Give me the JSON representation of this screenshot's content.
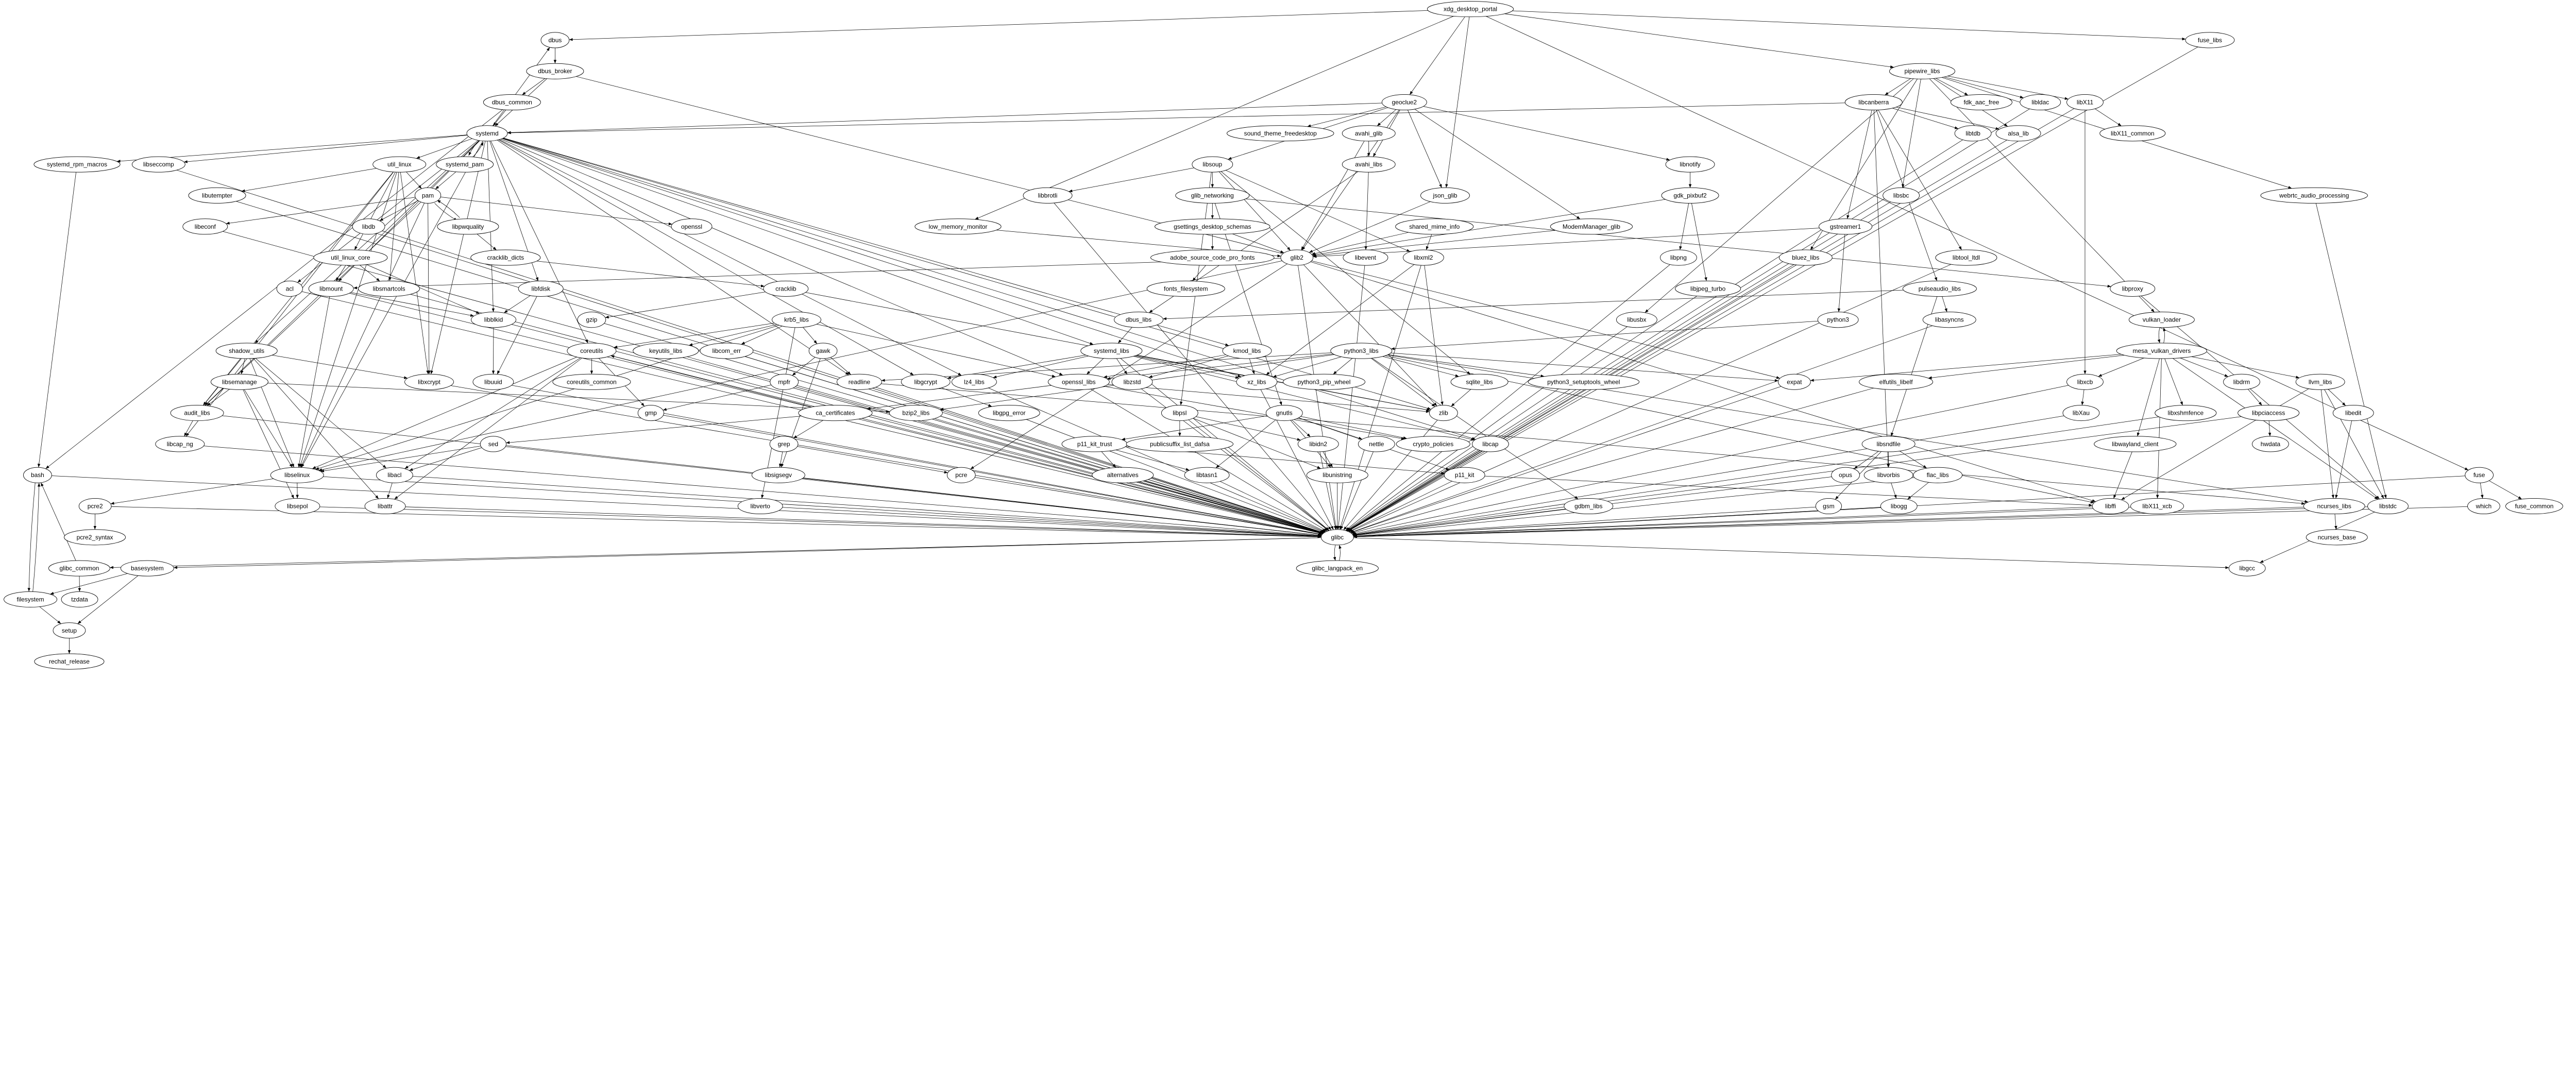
{
  "graph_title": "",
  "nodes": [
    "xdg_desktop_portal",
    "dbus",
    "fuse_libs",
    "dbus_broker",
    "pipewire_libs",
    "dbus_common",
    "geoclue2",
    "libcanberra",
    "fdk_aac_free",
    "libldac",
    "libX11",
    "systemd",
    "sound_theme_freedesktop",
    "avahi_glib",
    "libtdb",
    "alsa_lib",
    "libX11_common",
    "systemd_rpm_macros",
    "libseccomp",
    "util_linux",
    "systemd_pam",
    "libsoup",
    "avahi_libs",
    "libnotify",
    "libutempter",
    "pam",
    "libbrotli",
    "glib_networking",
    "json_glib",
    "gdk_pixbuf2",
    "libsbc",
    "webrtc_audio_processing",
    "libeconf",
    "libdb",
    "libpwquality",
    "openssl",
    "low_memory_monitor",
    "gsettings_desktop_schemas",
    "shared_mime_info",
    "ModemManager_glib",
    "gstreamer1",
    "cracklib_dicts",
    "util_linux_core",
    "adobe_source_code_pro_fonts",
    "glib2",
    "libevent",
    "libxml2",
    "libpng",
    "bluez_libs",
    "libtool_ltdl",
    "acl",
    "libmount",
    "libsmartcols",
    "libfdisk",
    "cracklib",
    "fonts_filesystem",
    "libjpeg_turbo",
    "pulseaudio_libs",
    "libproxy",
    "libblkid",
    "gzip",
    "krb5_libs",
    "dbus_libs",
    "libusbx",
    "python3",
    "libasyncns",
    "vulkan_loader",
    "shadow_utils",
    "coreutils",
    "keyutils_libs",
    "libcom_err",
    "gawk",
    "systemd_libs",
    "kmod_libs",
    "python3_libs",
    "mesa_vulkan_drivers",
    "libsemanage",
    "libxcrypt",
    "libuuid",
    "coreutils_common",
    "mpfr",
    "readline",
    "libgcrypt",
    "lz4_libs",
    "openssl_libs",
    "libzstd",
    "xz_libs",
    "python3_pip_wheel",
    "sqlite_libs",
    "python3_setuptools_wheel",
    "expat",
    "elfutils_libelf",
    "libxcb",
    "libdrm",
    "llvm_libs",
    "audit_libs",
    "gmp",
    "ca_certificates",
    "bzip2_libs",
    "libgpg_error",
    "libpsl",
    "gnutls",
    "zlib",
    "libXau",
    "libxshmfence",
    "libpciaccess",
    "libedit",
    "libcap_ng",
    "sed",
    "grep",
    "p11_kit_trust",
    "publicsuffix_list_dafsa",
    "libidn2",
    "nettle",
    "crypto_policies",
    "libcap",
    "libsndfile",
    "libwayland_client",
    "hwdata",
    "bash",
    "libselinux",
    "libacl",
    "libsigsegv",
    "pcre",
    "alternatives",
    "libtasn1",
    "libunistring",
    "p11_kit",
    "opus",
    "libvorbis",
    "flac_libs",
    "fuse",
    "pcre2",
    "libsepol",
    "libattr",
    "libverto",
    "gdbm_libs",
    "gsm",
    "libogg",
    "libffi",
    "libX11_xcb",
    "ncurses_libs",
    "libstdc",
    "which",
    "fuse_common",
    "pcre2_syntax",
    "glibc",
    "ncurses_base",
    "glibc_common",
    "basesystem",
    "glibc_langpack_en",
    "libgcc",
    "filesystem",
    "tzdata",
    "setup",
    "rechat_release"
  ],
  "edges": [
    [
      "xdg_desktop_portal",
      "dbus"
    ],
    [
      "xdg_desktop_portal",
      "geoclue2"
    ],
    [
      "xdg_desktop_portal",
      "json_glib"
    ],
    [
      "xdg_desktop_portal",
      "pipewire_libs"
    ],
    [
      "xdg_desktop_portal",
      "fuse_libs"
    ],
    [
      "xdg_desktop_portal",
      "fuse"
    ],
    [
      "xdg_desktop_portal",
      "low_memory_monitor"
    ],
    [
      "dbus",
      "dbus_broker"
    ],
    [
      "dbus_broker",
      "dbus_common"
    ],
    [
      "dbus_broker",
      "systemd"
    ],
    [
      "dbus_broker",
      "expat"
    ],
    [
      "dbus_common",
      "systemd"
    ],
    [
      "dbus_common",
      "bash"
    ],
    [
      "systemd",
      "dbus"
    ],
    [
      "systemd",
      "systemd_rpm_macros"
    ],
    [
      "systemd",
      "libseccomp"
    ],
    [
      "systemd",
      "util_linux"
    ],
    [
      "systemd",
      "systemd_pam"
    ],
    [
      "systemd_pam",
      "systemd"
    ],
    [
      "systemd_pam",
      "pam"
    ],
    [
      "systemd",
      "shadow_utils"
    ],
    [
      "systemd",
      "audit_libs"
    ],
    [
      "systemd",
      "acl"
    ],
    [
      "systemd",
      "libmount"
    ],
    [
      "systemd",
      "libfdisk"
    ],
    [
      "systemd",
      "coreutils"
    ],
    [
      "systemd",
      "libgcrypt"
    ],
    [
      "systemd",
      "lz4_libs"
    ],
    [
      "systemd",
      "systemd_libs"
    ],
    [
      "systemd",
      "libxcrypt"
    ],
    [
      "systemd",
      "libselinux"
    ],
    [
      "systemd",
      "libblkid"
    ],
    [
      "systemd",
      "kmod_libs"
    ],
    [
      "systemd",
      "xz_libs"
    ],
    [
      "systemd",
      "libcap"
    ],
    [
      "systemd",
      "zlib"
    ],
    [
      "systemd",
      "openssl_libs"
    ],
    [
      "systemd",
      "readline"
    ],
    [
      "util_linux",
      "libutempter"
    ],
    [
      "util_linux",
      "pam"
    ],
    [
      "util_linux",
      "util_linux_core"
    ],
    [
      "util_linux",
      "libsmartcols"
    ],
    [
      "util_linux",
      "libselinux"
    ],
    [
      "util_linux",
      "libcap_ng"
    ],
    [
      "util_linux",
      "audit_libs"
    ],
    [
      "util_linux",
      "libxcrypt"
    ],
    [
      "pam",
      "libeconf"
    ],
    [
      "pam",
      "libdb"
    ],
    [
      "pam",
      "libpwquality"
    ],
    [
      "libpwquality",
      "pam"
    ],
    [
      "pam",
      "libxcrypt"
    ],
    [
      "pam",
      "libselinux"
    ],
    [
      "pam",
      "audit_libs"
    ],
    [
      "pam",
      "openssl"
    ],
    [
      "libpwquality",
      "cracklib_dicts"
    ],
    [
      "cracklib_dicts",
      "cracklib"
    ],
    [
      "cracklib",
      "gzip"
    ],
    [
      "cracklib",
      "zlib"
    ],
    [
      "util_linux_core",
      "libmount"
    ],
    [
      "util_linux_core",
      "libsmartcols"
    ],
    [
      "util_linux_core",
      "libblkid"
    ],
    [
      "libmount",
      "libblkid"
    ],
    [
      "libmount",
      "libselinux"
    ],
    [
      "libblkid",
      "libuuid"
    ],
    [
      "libfdisk",
      "libblkid"
    ],
    [
      "libfdisk",
      "libuuid"
    ],
    [
      "shadow_utils",
      "libsemanage"
    ],
    [
      "shadow_utils",
      "audit_libs"
    ],
    [
      "shadow_utils",
      "libselinux"
    ],
    [
      "shadow_utils",
      "libacl"
    ],
    [
      "shadow_utils",
      "libattr"
    ],
    [
      "shadow_utils",
      "libxcrypt"
    ],
    [
      "libsemanage",
      "audit_libs"
    ],
    [
      "libsemanage",
      "libselinux"
    ],
    [
      "libsemanage",
      "libsepol"
    ],
    [
      "libsemanage",
      "bzip2_libs"
    ],
    [
      "audit_libs",
      "libcap_ng"
    ],
    [
      "libselinux",
      "pcre2"
    ],
    [
      "libselinux",
      "libsepol"
    ],
    [
      "libacl",
      "libattr"
    ],
    [
      "sed",
      "libselinux"
    ],
    [
      "sed",
      "libacl"
    ],
    [
      "pcre2",
      "pcre2_syntax"
    ],
    [
      "glibc",
      "glibc_common"
    ],
    [
      "glibc",
      "basesystem"
    ],
    [
      "glibc",
      "glibc_langpack_en"
    ],
    [
      "glibc_langpack_en",
      "glibc"
    ],
    [
      "glibc",
      "libgcc"
    ],
    [
      "glibc_common",
      "bash"
    ],
    [
      "glibc_common",
      "tzdata"
    ],
    [
      "basesystem",
      "filesystem"
    ],
    [
      "basesystem",
      "setup"
    ],
    [
      "bash",
      "filesystem"
    ],
    [
      "filesystem",
      "bash"
    ],
    [
      "filesystem",
      "setup"
    ],
    [
      "setup",
      "rechat_release"
    ],
    [
      "coreutils",
      "coreutils_common"
    ],
    [
      "coreutils",
      "gmp"
    ],
    [
      "coreutils",
      "libacl"
    ],
    [
      "coreutils",
      "libattr"
    ],
    [
      "coreutils",
      "libselinux"
    ],
    [
      "gawk",
      "mpfr"
    ],
    [
      "gawk",
      "readline"
    ],
    [
      "gawk",
      "libsigsegv"
    ],
    [
      "mpfr",
      "gmp"
    ],
    [
      "ca_certificates",
      "grep"
    ],
    [
      "ca_certificates",
      "coreutils"
    ],
    [
      "ca_certificates",
      "sed"
    ],
    [
      "grep",
      "libsigsegv"
    ],
    [
      "grep",
      "pcre"
    ],
    [
      "krb5_libs",
      "coreutils"
    ],
    [
      "krb5_libs",
      "keyutils_libs"
    ],
    [
      "krb5_libs",
      "libcom_err"
    ],
    [
      "krb5_libs",
      "gawk"
    ],
    [
      "krb5_libs",
      "libverto"
    ],
    [
      "krb5_libs",
      "libselinux"
    ],
    [
      "krb5_libs",
      "openssl_libs"
    ],
    [
      "libgcrypt",
      "libgpg_error"
    ],
    [
      "readline",
      "ncurses_libs"
    ],
    [
      "geoclue2",
      "libsoup"
    ],
    [
      "geoclue2",
      "sound_theme_freedesktop"
    ],
    [
      "geoclue2",
      "avahi_glib"
    ],
    [
      "geoclue2",
      "avahi_libs"
    ],
    [
      "geoclue2",
      "json_glib"
    ],
    [
      "geoclue2",
      "glib2"
    ],
    [
      "geoclue2",
      "ModemManager_glib"
    ],
    [
      "geoclue2",
      "libnotify"
    ],
    [
      "geoclue2",
      "systemd"
    ],
    [
      "avahi_glib",
      "avahi_libs"
    ],
    [
      "avahi_glib",
      "glib2"
    ],
    [
      "avahi_libs",
      "libevent"
    ],
    [
      "avahi_libs",
      "dbus_libs"
    ],
    [
      "libsoup",
      "libbrotli"
    ],
    [
      "libsoup",
      "glib_networking"
    ],
    [
      "libsoup",
      "glib2"
    ],
    [
      "libsoup",
      "libxml2"
    ],
    [
      "libsoup",
      "libpsl"
    ],
    [
      "libsoup",
      "sqlite_libs"
    ],
    [
      "glib_networking",
      "gsettings_desktop_schemas"
    ],
    [
      "glib_networking",
      "gnutls"
    ],
    [
      "glib_networking",
      "libproxy"
    ],
    [
      "gsettings_desktop_schemas",
      "adobe_source_code_pro_fonts"
    ],
    [
      "gsettings_desktop_schemas",
      "glib2"
    ],
    [
      "adobe_source_code_pro_fonts",
      "fonts_filesystem"
    ],
    [
      "json_glib",
      "glib2"
    ],
    [
      "shared_mime_info",
      "glib2"
    ],
    [
      "shared_mime_info",
      "libxml2"
    ],
    [
      "low_memory_monitor",
      "glib2"
    ],
    [
      "ModemManager_glib",
      "glib2"
    ],
    [
      "glib2",
      "libffi"
    ],
    [
      "glib2",
      "pcre"
    ],
    [
      "glib2",
      "zlib"
    ],
    [
      "glib2",
      "libselinux"
    ],
    [
      "glib2",
      "libmount"
    ],
    [
      "libxml2",
      "zlib"
    ],
    [
      "libxml2",
      "xz_libs"
    ],
    [
      "dbus_libs",
      "systemd_libs"
    ],
    [
      "systemd_libs",
      "openssl_libs"
    ],
    [
      "systemd_libs",
      "libzstd"
    ],
    [
      "systemd_libs",
      "xz_libs"
    ],
    [
      "systemd_libs",
      "lz4_libs"
    ],
    [
      "systemd_libs",
      "libgcrypt"
    ],
    [
      "systemd_libs",
      "libcap"
    ],
    [
      "systemd_libs",
      "zlib"
    ],
    [
      "kmod_libs",
      "xz_libs"
    ],
    [
      "kmod_libs",
      "openssl_libs"
    ],
    [
      "kmod_libs",
      "libzstd"
    ],
    [
      "python3_libs",
      "xz_libs"
    ],
    [
      "python3_libs",
      "python3_pip_wheel"
    ],
    [
      "python3_libs",
      "sqlite_libs"
    ],
    [
      "python3_libs",
      "zlib"
    ],
    [
      "python3_libs",
      "expat"
    ],
    [
      "python3_libs",
      "python3_setuptools_wheel"
    ],
    [
      "python3_libs",
      "gdbm_libs"
    ],
    [
      "python3_libs",
      "openssl_libs"
    ],
    [
      "python3_libs",
      "bzip2_libs"
    ],
    [
      "python3_libs",
      "readline"
    ],
    [
      "python3_libs",
      "libffi"
    ],
    [
      "python3_libs",
      "ncurses_libs"
    ],
    [
      "sqlite_libs",
      "zlib"
    ],
    [
      "openssl_libs",
      "zlib"
    ],
    [
      "openssl_libs",
      "ca_certificates"
    ],
    [
      "openssl_libs",
      "crypto_policies"
    ],
    [
      "libpsl",
      "publicsuffix_list_dafsa"
    ],
    [
      "libpsl",
      "libidn2"
    ],
    [
      "libpsl",
      "libunistring"
    ],
    [
      "gnutls",
      "p11_kit_trust"
    ],
    [
      "gnutls",
      "libidn2"
    ],
    [
      "gnutls",
      "libtasn1"
    ],
    [
      "gnutls",
      "nettle"
    ],
    [
      "gnutls",
      "crypto_policies"
    ],
    [
      "gnutls",
      "libunistring"
    ],
    [
      "gnutls",
      "p11_kit"
    ],
    [
      "libidn2",
      "libunistring"
    ],
    [
      "p11_kit_trust",
      "alternatives"
    ],
    [
      "p11_kit_trust",
      "libtasn1"
    ],
    [
      "p11_kit_trust",
      "p11_kit"
    ],
    [
      "p11_kit",
      "libffi"
    ],
    [
      "pipewire_libs",
      "libcanberra"
    ],
    [
      "pipewire_libs",
      "fdk_aac_free"
    ],
    [
      "pipewire_libs",
      "alsa_lib"
    ],
    [
      "pipewire_libs",
      "libldac"
    ],
    [
      "pipewire_libs",
      "libX11"
    ],
    [
      "pipewire_libs",
      "libsbc"
    ],
    [
      "pipewire_libs",
      "libusbx"
    ],
    [
      "pipewire_libs",
      "bluez_libs"
    ],
    [
      "pipewire_libs",
      "webrtc_audio_processing"
    ],
    [
      "pipewire_libs",
      "vulkan_loader"
    ],
    [
      "libcanberra",
      "libtdb"
    ],
    [
      "libcanberra",
      "alsa_lib"
    ],
    [
      "libcanberra",
      "gstreamer1"
    ],
    [
      "libcanberra",
      "pulseaudio_libs"
    ],
    [
      "libcanberra",
      "libtool_ltdl"
    ],
    [
      "libcanberra",
      "libvorbis"
    ],
    [
      "libcanberra",
      "systemd"
    ],
    [
      "libnotify",
      "gdk_pixbuf2"
    ],
    [
      "gdk_pixbuf2",
      "libpng"
    ],
    [
      "gdk_pixbuf2",
      "libjpeg_turbo"
    ],
    [
      "gdk_pixbuf2",
      "glib2"
    ],
    [
      "libX11",
      "libX11_common"
    ],
    [
      "libX11",
      "libxcb"
    ],
    [
      "pulseaudio_libs",
      "libasyncns"
    ],
    [
      "pulseaudio_libs",
      "libsndfile"
    ],
    [
      "pulseaudio_libs",
      "dbus_libs"
    ],
    [
      "gstreamer1",
      "python3"
    ],
    [
      "gstreamer1",
      "glib2"
    ],
    [
      "python3",
      "python3_libs"
    ],
    [
      "libsndfile",
      "opus"
    ],
    [
      "libsndfile",
      "libvorbis"
    ],
    [
      "libsndfile",
      "flac_libs"
    ],
    [
      "libsndfile",
      "gsm"
    ],
    [
      "libvorbis",
      "libogg"
    ],
    [
      "flac_libs",
      "libogg"
    ],
    [
      "vulkan_loader",
      "mesa_vulkan_drivers"
    ],
    [
      "mesa_vulkan_drivers",
      "vulkan_loader"
    ],
    [
      "mesa_vulkan_drivers",
      "libxcb"
    ],
    [
      "mesa_vulkan_drivers",
      "libdrm"
    ],
    [
      "mesa_vulkan_drivers",
      "llvm_libs"
    ],
    [
      "mesa_vulkan_drivers",
      "libstdc"
    ],
    [
      "mesa_vulkan_drivers",
      "libwayland_client"
    ],
    [
      "mesa_vulkan_drivers",
      "libxshmfence"
    ],
    [
      "mesa_vulkan_drivers",
      "libX11_xcb"
    ],
    [
      "mesa_vulkan_drivers",
      "expat"
    ],
    [
      "mesa_vulkan_drivers",
      "elfutils_libelf"
    ],
    [
      "libxcb",
      "libXau"
    ],
    [
      "libdrm",
      "libpciaccess"
    ],
    [
      "libpciaccess",
      "hwdata"
    ],
    [
      "llvm_libs",
      "libedit"
    ],
    [
      "llvm_libs",
      "libffi"
    ],
    [
      "llvm_libs",
      "ncurses_libs"
    ],
    [
      "llvm_libs",
      "libstdc"
    ],
    [
      "libedit",
      "ncurses_libs"
    ],
    [
      "libwayland_client",
      "libffi"
    ],
    [
      "ncurses_libs",
      "ncurses_base"
    ],
    [
      "libstdc",
      "libgcc"
    ],
    [
      "libproxy",
      "libstdc"
    ],
    [
      "webrtc_audio_processing",
      "libstdc"
    ],
    [
      "fuse",
      "which"
    ],
    [
      "fuse",
      "fuse_common"
    ],
    [
      "bash",
      "glibc"
    ],
    [
      "libseccomp",
      "glibc"
    ],
    [
      "systemd_rpm_macros",
      "bash"
    ],
    [
      "libutempter",
      "glibc"
    ],
    [
      "libeconf",
      "glibc"
    ],
    [
      "libdb",
      "glibc"
    ],
    [
      "acl",
      "glibc"
    ],
    [
      "libmount",
      "glibc"
    ],
    [
      "libsmartcols",
      "glibc"
    ],
    [
      "libblkid",
      "glibc"
    ],
    [
      "libuuid",
      "glibc"
    ],
    [
      "libxcrypt",
      "glibc"
    ],
    [
      "audit_libs",
      "glibc"
    ],
    [
      "libcap_ng",
      "glibc"
    ],
    [
      "libselinux",
      "glibc"
    ],
    [
      "libsepol",
      "glibc"
    ],
    [
      "libacl",
      "glibc"
    ],
    [
      "libattr",
      "glibc"
    ],
    [
      "pcre2",
      "glibc"
    ],
    [
      "sed",
      "glibc"
    ],
    [
      "coreutils",
      "glibc"
    ],
    [
      "keyutils_libs",
      "glibc"
    ],
    [
      "libcom_err",
      "glibc"
    ],
    [
      "gmp",
      "glibc"
    ],
    [
      "mpfr",
      "glibc"
    ],
    [
      "readline",
      "glibc"
    ],
    [
      "libsigsegv",
      "glibc"
    ],
    [
      "libverto",
      "glibc"
    ],
    [
      "pcre",
      "glibc"
    ],
    [
      "bzip2_libs",
      "glibc"
    ],
    [
      "lz4_libs",
      "glibc"
    ],
    [
      "libgpg_error",
      "glibc"
    ],
    [
      "gzip",
      "glibc"
    ],
    [
      "libbrotli",
      "glibc"
    ],
    [
      "glib2",
      "glibc"
    ],
    [
      "libevent",
      "glibc"
    ],
    [
      "libxml2",
      "glibc"
    ],
    [
      "openssl_libs",
      "glibc"
    ],
    [
      "libzstd",
      "glibc"
    ],
    [
      "xz_libs",
      "glibc"
    ],
    [
      "zlib",
      "glibc"
    ],
    [
      "libpsl",
      "glibc"
    ],
    [
      "alternatives",
      "glibc"
    ],
    [
      "libtasn1",
      "glibc"
    ],
    [
      "libunistring",
      "glibc"
    ],
    [
      "libidn2",
      "glibc"
    ],
    [
      "nettle",
      "glibc"
    ],
    [
      "libcap",
      "glibc"
    ],
    [
      "p11_kit",
      "glibc"
    ],
    [
      "systemd_libs",
      "glibc"
    ],
    [
      "libtdb",
      "glibc"
    ],
    [
      "alsa_lib",
      "glibc"
    ],
    [
      "libldac",
      "glibc"
    ],
    [
      "libX11",
      "glibc"
    ],
    [
      "libsbc",
      "glibc"
    ],
    [
      "libpng",
      "glibc"
    ],
    [
      "libjpeg_turbo",
      "glibc"
    ],
    [
      "bluez_libs",
      "glibc"
    ],
    [
      "libtool_ltdl",
      "glibc"
    ],
    [
      "libusbx",
      "glibc"
    ],
    [
      "libasyncns",
      "glibc"
    ],
    [
      "expat",
      "glibc"
    ],
    [
      "elfutils_libelf",
      "glibc"
    ],
    [
      "gdbm_libs",
      "glibc"
    ],
    [
      "gsm",
      "glibc"
    ],
    [
      "libogg",
      "glibc"
    ],
    [
      "opus",
      "glibc"
    ],
    [
      "flac_libs",
      "glibc"
    ],
    [
      "libXau",
      "glibc"
    ],
    [
      "libxcb",
      "glibc"
    ],
    [
      "libffi",
      "glibc"
    ],
    [
      "libX11_xcb",
      "glibc"
    ],
    [
      "ncurses_libs",
      "glibc"
    ],
    [
      "libstdc",
      "glibc"
    ],
    [
      "which",
      "glibc"
    ],
    [
      "fuse",
      "glibc"
    ],
    [
      "fuse_libs",
      "glibc"
    ],
    [
      "libxshmfence",
      "glibc"
    ],
    [
      "libpciaccess",
      "glibc"
    ]
  ]
}
